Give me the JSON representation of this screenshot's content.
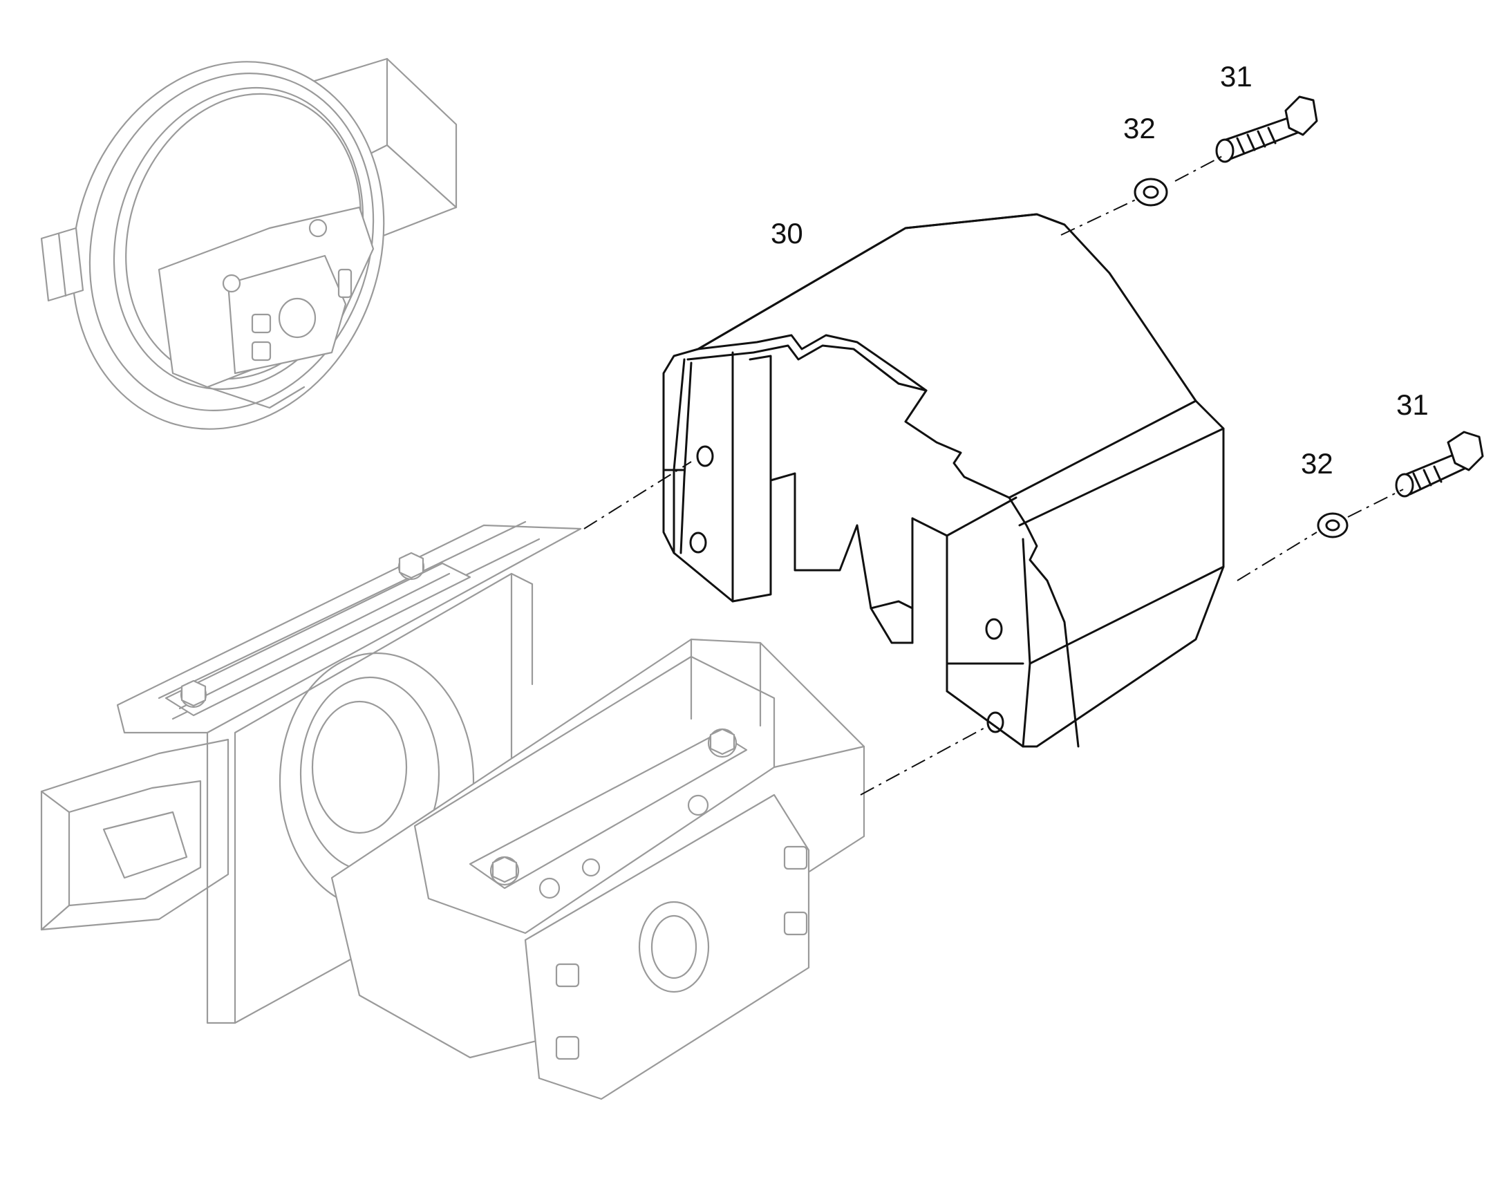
{
  "diagram": {
    "callouts": [
      {
        "id": "label-30",
        "text": "30"
      },
      {
        "id": "label-32-top",
        "text": "32"
      },
      {
        "id": "label-31-top",
        "text": "31"
      },
      {
        "id": "label-32-bottom",
        "text": "32"
      },
      {
        "id": "label-31-bottom",
        "text": "31"
      }
    ],
    "colors": {
      "ink": "#111111",
      "ghost_line": "#9a9a9a",
      "background": "#ffffff"
    }
  }
}
